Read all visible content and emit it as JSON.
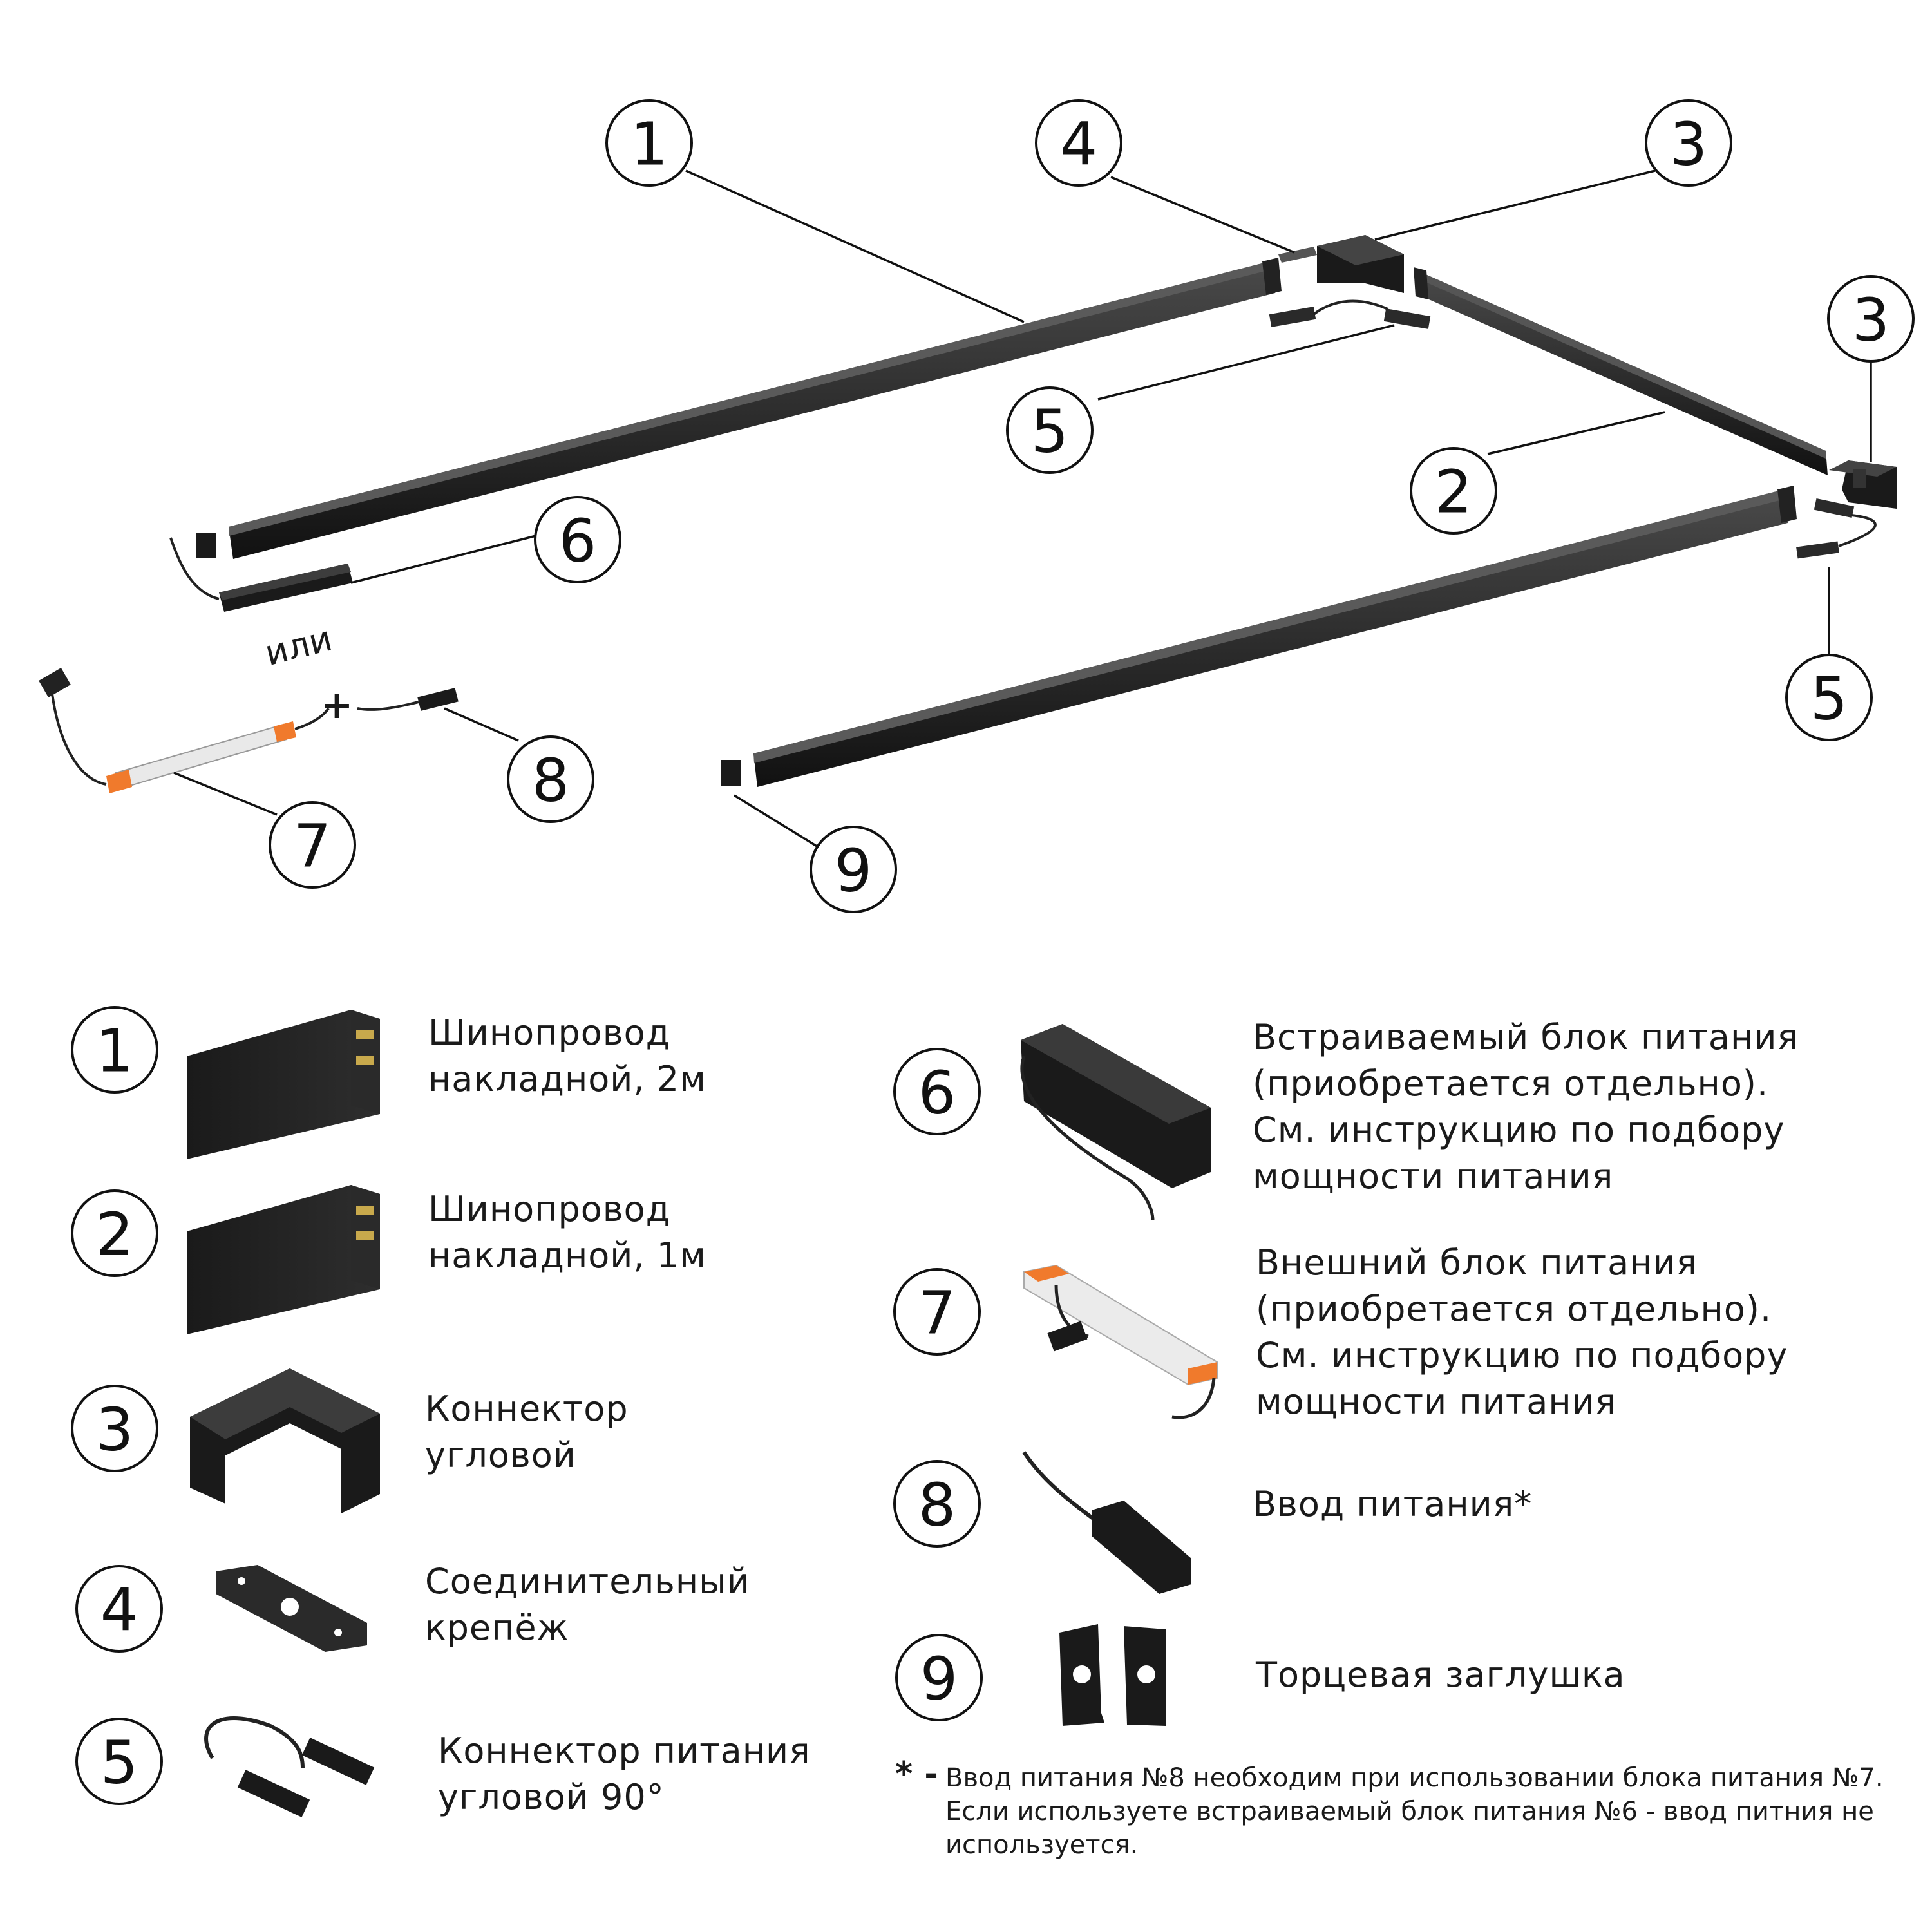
{
  "callouts": [
    "1",
    "2",
    "3",
    "3",
    "4",
    "5",
    "5",
    "6",
    "7",
    "8",
    "9"
  ],
  "or_label": "или",
  "plus_label": "+",
  "legend": [
    {
      "num": "1",
      "label": "Шинопровод\nнакладной, 2м"
    },
    {
      "num": "2",
      "label": "Шинопровод\nнакладной, 1м"
    },
    {
      "num": "3",
      "label": "Коннектор\nугловой"
    },
    {
      "num": "4",
      "label": "Соединительный\nкрепёж"
    },
    {
      "num": "5",
      "label": "Коннектор питания\nугловой 90°"
    },
    {
      "num": "6",
      "label": "Встраиваемый блок питания\n(приобретается отдельно).\nСм. инструкцию по подбору\nмощности питания"
    },
    {
      "num": "7",
      "label": "Внешний блок питания\n(приобретается отдельно).\nСм. инструкцию по подбору\nмощности питания"
    },
    {
      "num": "8",
      "label": "Ввод питания*"
    },
    {
      "num": "9",
      "label": "Торцевая заглушка"
    }
  ],
  "footnote": {
    "mark": "* -",
    "text": "Ввод питания №8 необходим при использовании блока питания №7. Если используете встраиваемый блок питания №6 - ввод питния не используется."
  },
  "colors": {
    "profile": "#1c1c1c",
    "profile_face": "#3a3a3a",
    "driver_body": "#e9e9e9",
    "driver_cap": "#f07a2c",
    "line": "#111111"
  }
}
